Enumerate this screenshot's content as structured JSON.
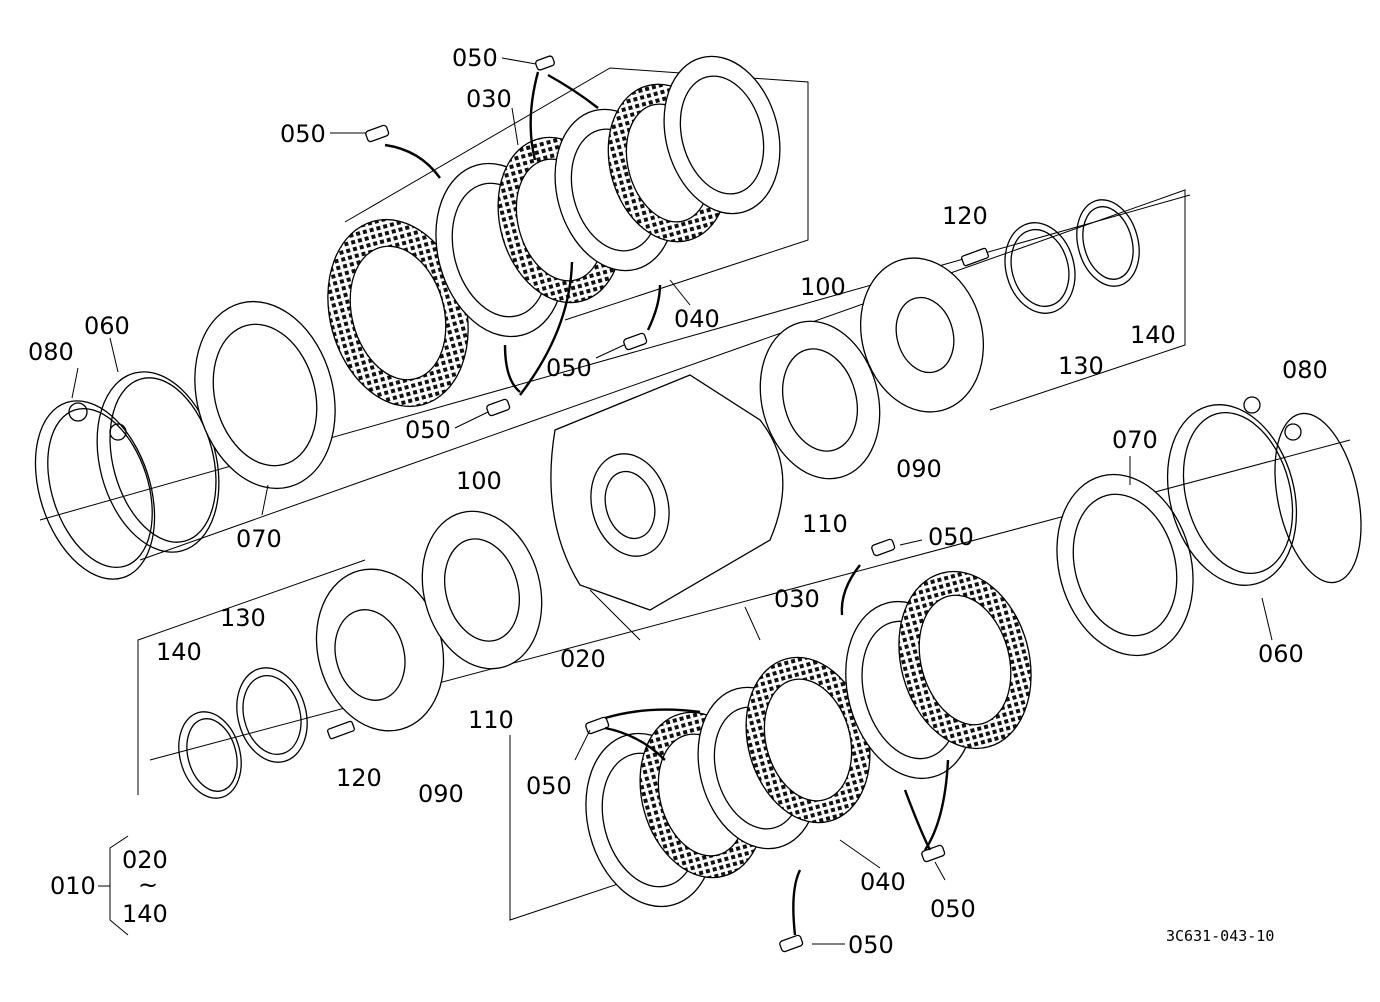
{
  "labels": {
    "p010": "010",
    "p020": "020",
    "p020b": "020",
    "tilde": "~",
    "p140_assy": "140",
    "p030_a": "030",
    "p030_b": "030",
    "p040_a": "040",
    "p040_b": "040",
    "p050_a": "050",
    "p050_b": "050",
    "p050_c": "050",
    "p050_d": "050",
    "p050_e": "050",
    "p050_f": "050",
    "p050_g": "050",
    "p050_h": "050",
    "p060_a": "060",
    "p060_b": "060",
    "p070_a": "070",
    "p070_b": "070",
    "p080_a": "080",
    "p080_b": "080",
    "p090_a": "090",
    "p090_b": "090",
    "p100_a": "100",
    "p100_b": "100",
    "p110_a": "110",
    "p110_b": "110",
    "p120_a": "120",
    "p120_b": "120",
    "p130_a": "130",
    "p130_b": "130",
    "p140_a": "140",
    "p140_b": "140"
  },
  "drawing_code": "3C631-043-10"
}
